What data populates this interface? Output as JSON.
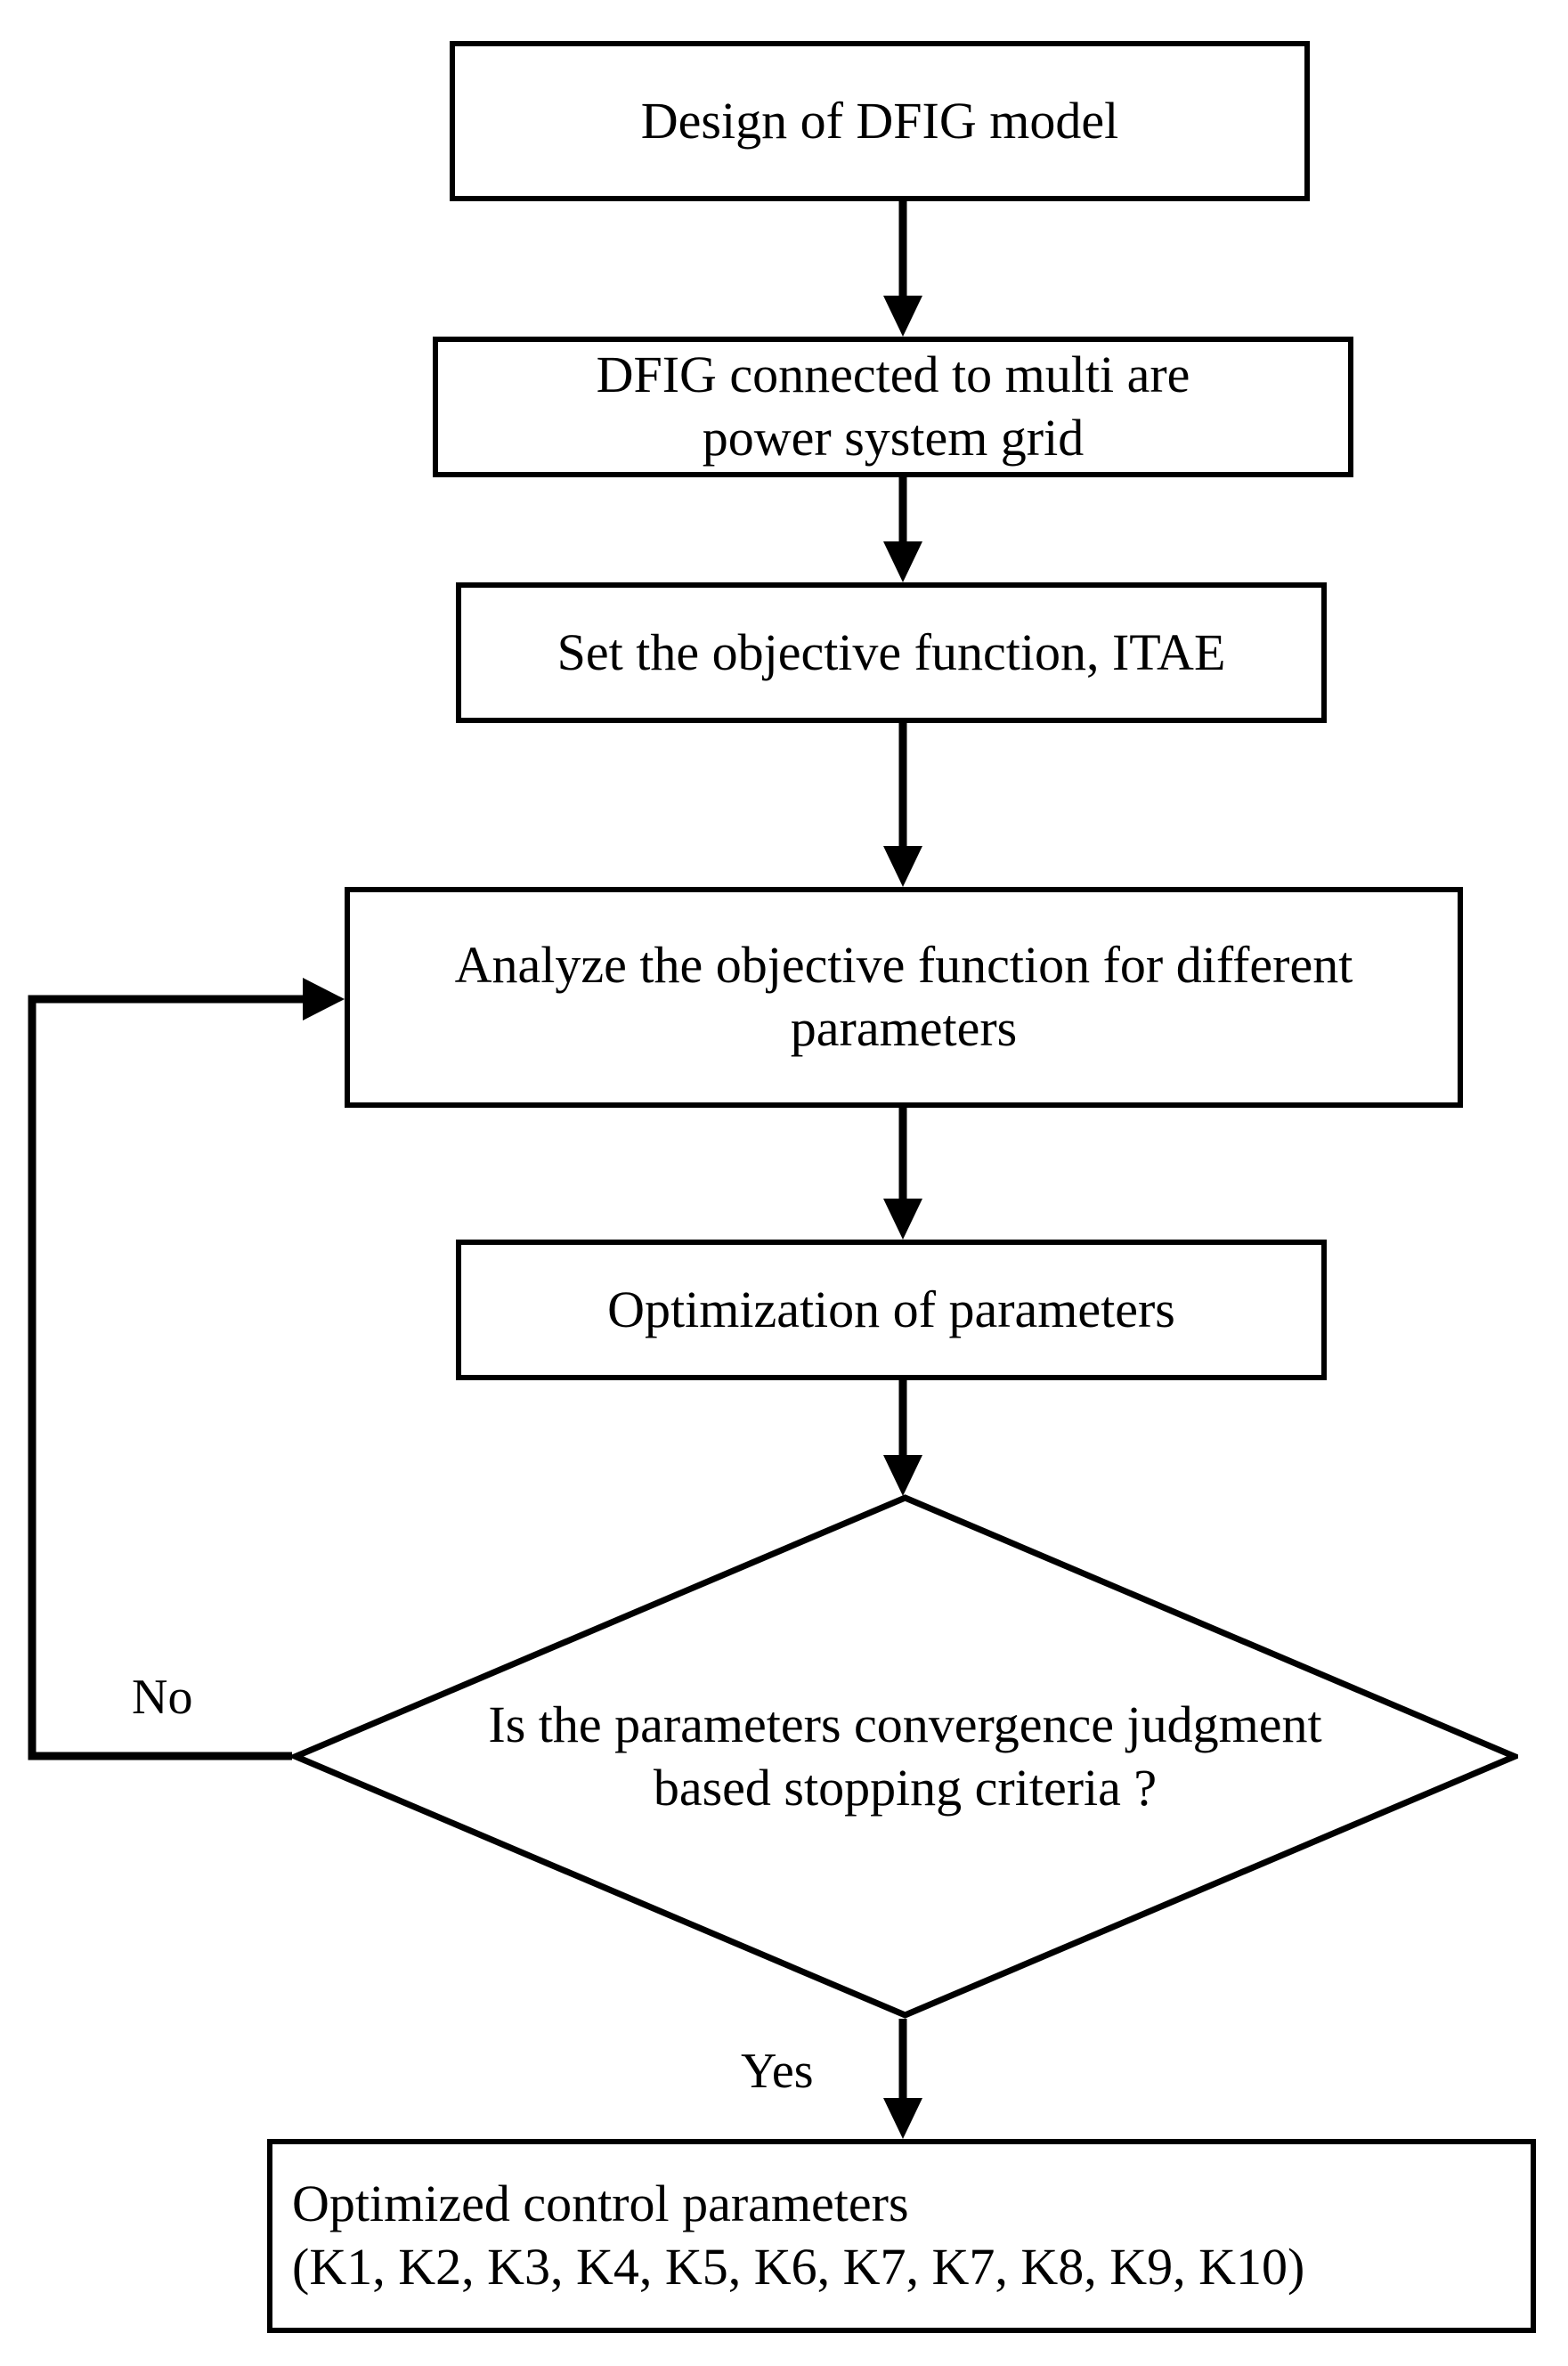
{
  "diagram": {
    "title": "Design of DFIG model optimization flowchart",
    "type": "flowchart",
    "colors": {
      "stroke": "#000000",
      "fill": "#ffffff",
      "text": "#000000"
    },
    "nodes": [
      {
        "id": "design",
        "shape": "rectangle",
        "text": "Design of DFIG model"
      },
      {
        "id": "connect",
        "shape": "rectangle",
        "text": "DFIG connected to multi are\npower system grid"
      },
      {
        "id": "objective",
        "shape": "rectangle",
        "text": "Set the objective function, ITAE"
      },
      {
        "id": "analyze",
        "shape": "rectangle",
        "text": "Analyze the objective function for different\nparameters"
      },
      {
        "id": "optimization",
        "shape": "rectangle",
        "text": "Optimization of parameters"
      },
      {
        "id": "decision",
        "shape": "diamond",
        "text": "Is the parameters convergence judgment\nbased stopping criteria ?"
      },
      {
        "id": "result",
        "shape": "rectangle",
        "text": "Optimized control parameters\n(K1, K2, K3, K4, K5, K6, K7, K7, K8, K9, K10)"
      }
    ],
    "edges": [
      {
        "id": "e1",
        "from": "design",
        "to": "connect",
        "label": ""
      },
      {
        "id": "e2",
        "from": "connect",
        "to": "objective",
        "label": ""
      },
      {
        "id": "e3",
        "from": "objective",
        "to": "analyze",
        "label": ""
      },
      {
        "id": "e4",
        "from": "analyze",
        "to": "optimization",
        "label": ""
      },
      {
        "id": "e5",
        "from": "optimization",
        "to": "decision",
        "label": ""
      },
      {
        "id": "e6",
        "from": "decision",
        "to": "analyze",
        "label": "No"
      },
      {
        "id": "e7",
        "from": "decision",
        "to": "result",
        "label": "Yes"
      }
    ],
    "labels": {
      "no": "No",
      "yes": "Yes"
    }
  }
}
